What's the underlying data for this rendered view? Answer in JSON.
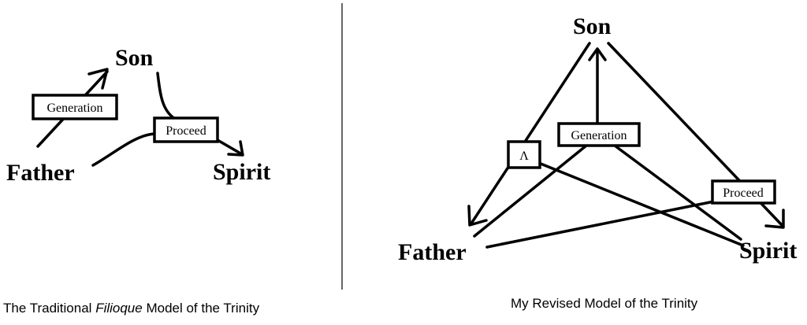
{
  "colors": {
    "ink": "#000000",
    "background": "#ffffff"
  },
  "left_model": {
    "nodes": {
      "son": "Son",
      "father": "Father",
      "spirit": "Spirit"
    },
    "labels": {
      "generation": "Generation",
      "proceed": "Proceed"
    },
    "caption": {
      "prefix": "The Traditional ",
      "emphasis": "Filioque",
      "suffix": " Model of the Trinity"
    }
  },
  "right_model": {
    "nodes": {
      "son": "Son",
      "father": "Father",
      "spirit": "Spirit"
    },
    "labels": {
      "and": "Λ",
      "generation": "Generation",
      "proceed": "Proceed"
    },
    "caption": "My Revised Model of the Trinity"
  }
}
